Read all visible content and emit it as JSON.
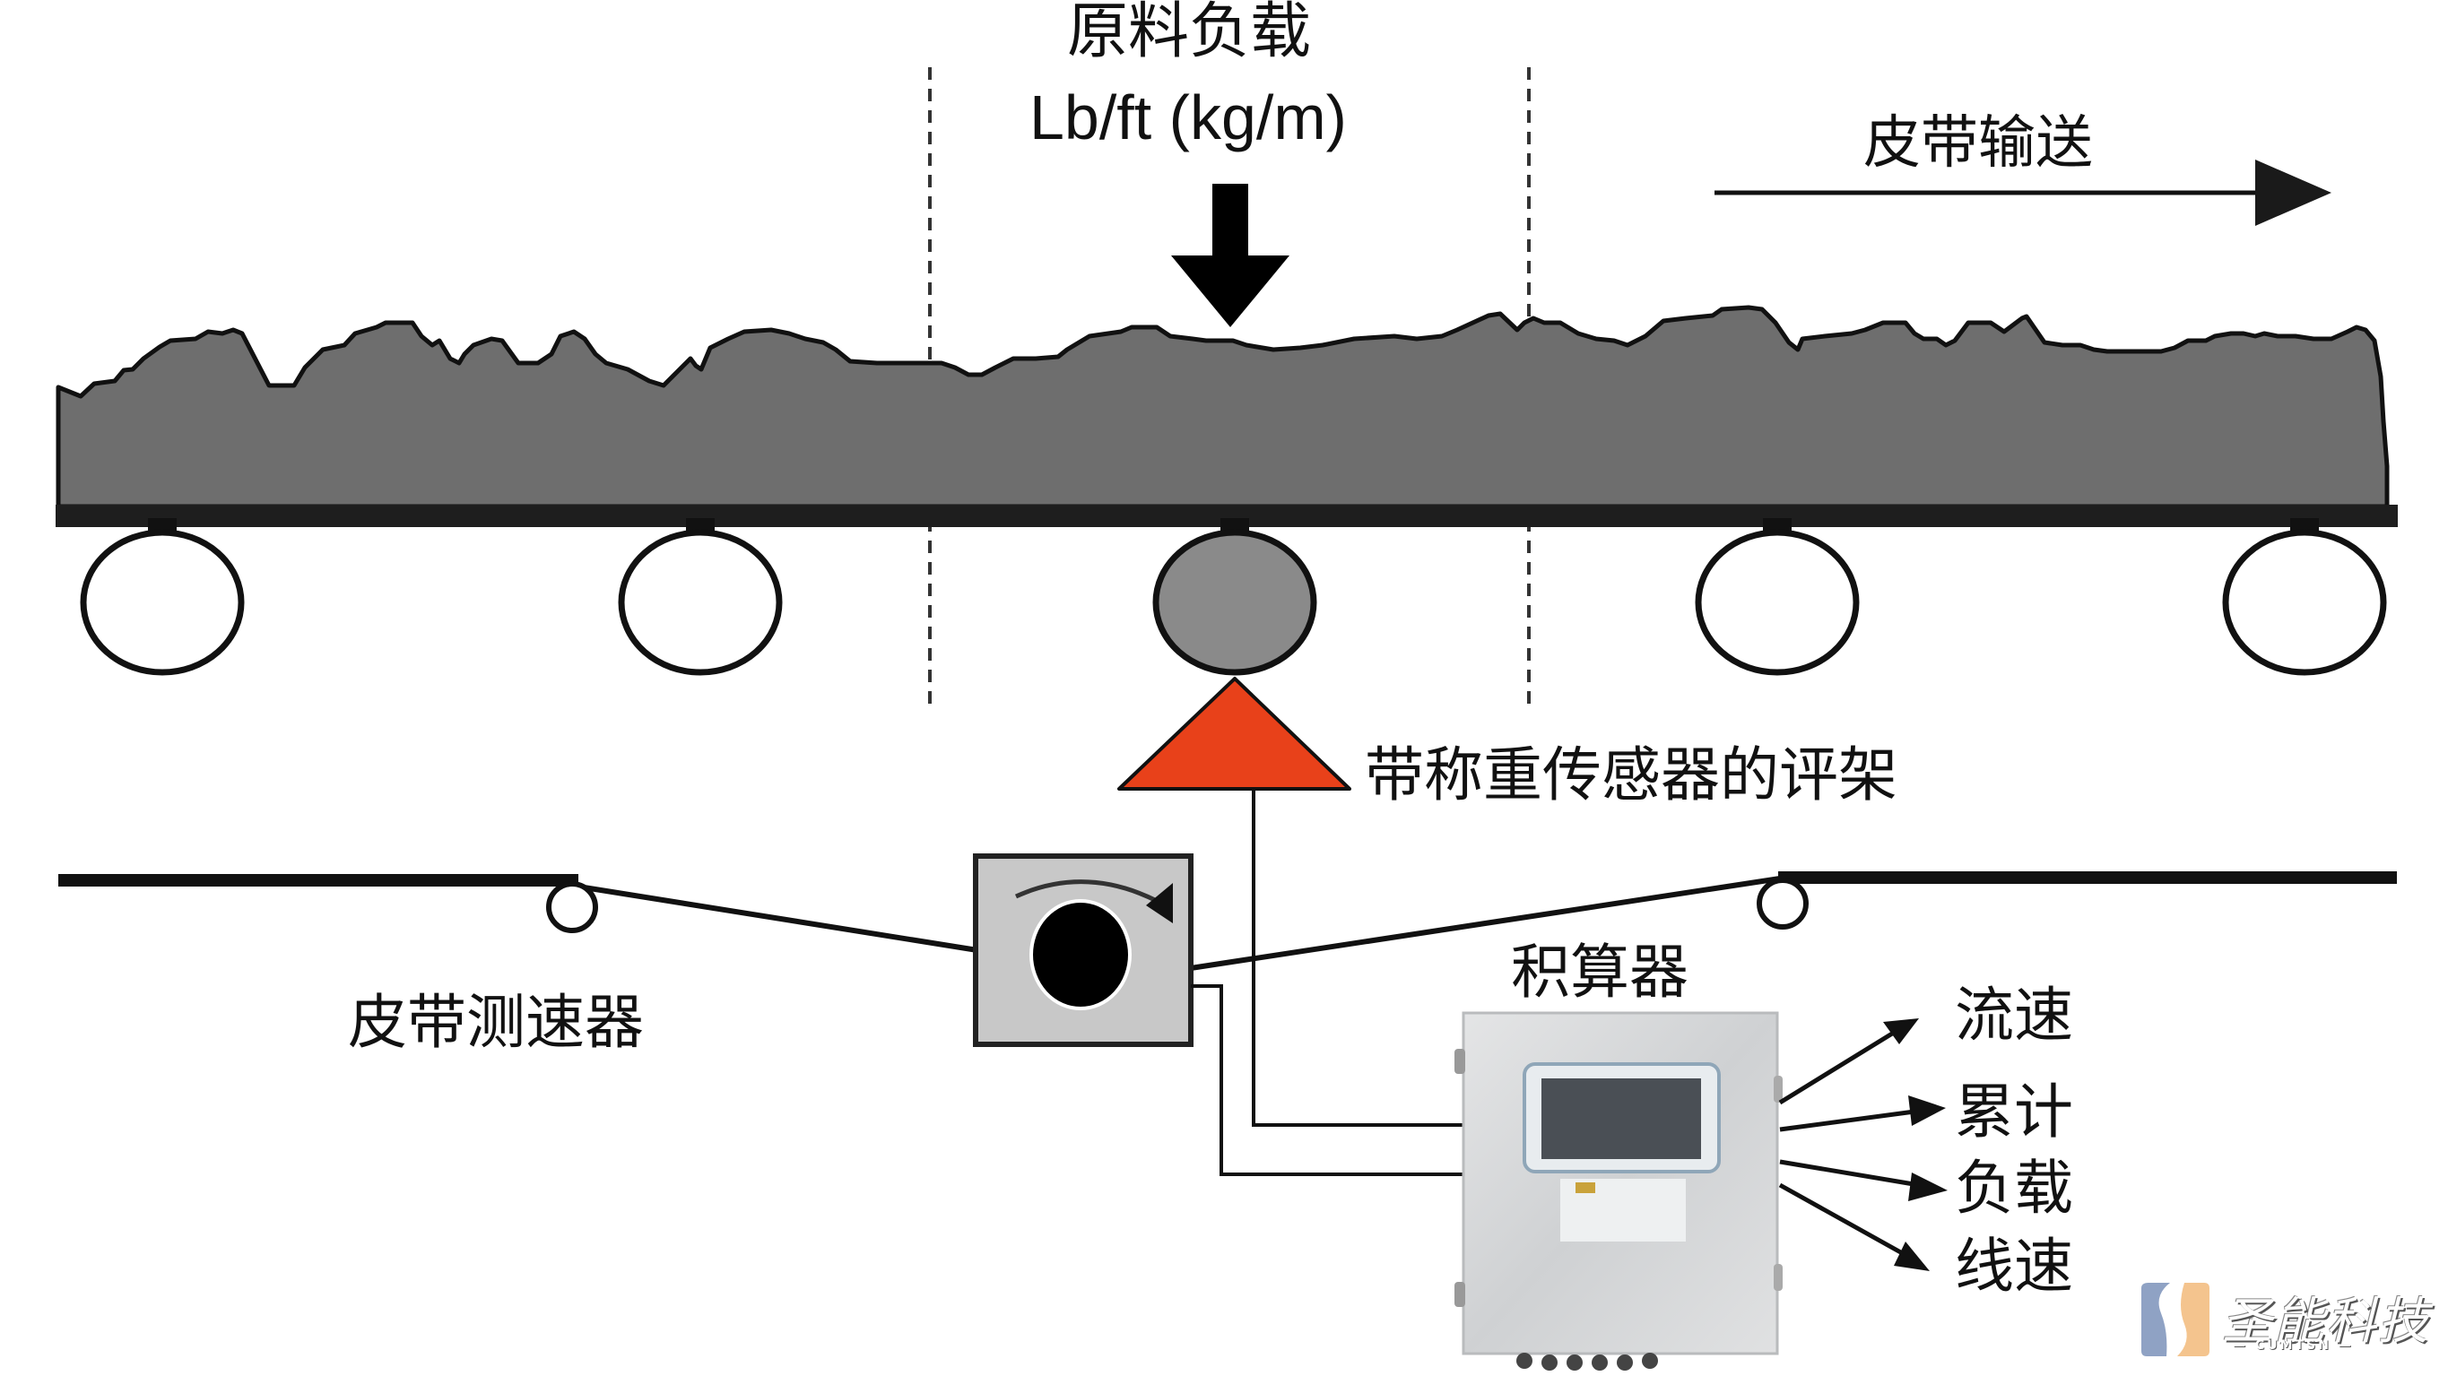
{
  "diagram": {
    "title": "原料负载",
    "unit": "Lb/ft (kg/m)",
    "conveyor_direction_label": "皮带输送",
    "weigh_idler_label": "带称重传感器的评架",
    "speed_sensor_label": "皮带测速器",
    "integrator_label": "积算器",
    "outputs": [
      "流速",
      "累计",
      "负载",
      "线速"
    ],
    "roller_count": 5,
    "weigh_roller_index": 2
  },
  "colors": {
    "material": "#6e6e6e",
    "belt": "#1e1e1e",
    "weigh_roller": "#8a8a8a",
    "load_cell": "#e8411a",
    "sensor_box": "#c8c8c8",
    "integrator_body": "#d9dadb",
    "screen": "#4a4f55"
  },
  "watermark": {
    "icon": "s-logo-icon",
    "text": "圣能科技",
    "subtext": "— CUMTSN —"
  }
}
